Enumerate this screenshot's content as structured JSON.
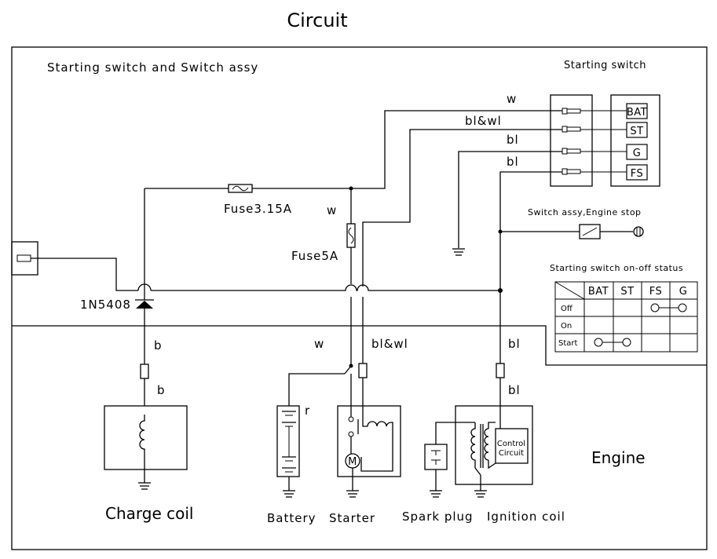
{
  "title": "Circuit",
  "section_labels": {
    "switch_assy": "Starting switch and Switch assy",
    "starting_switch": "Starting switch",
    "engine_stop": "Switch assy,Engine stop",
    "engine": "Engine",
    "status_table_title": "Starting switch on-off status"
  },
  "terminals": [
    "BAT",
    "ST",
    "G",
    "FS"
  ],
  "wire_labels": {
    "bat": "w",
    "st": "bl&wl",
    "g": "bl",
    "fs": "bl",
    "fuse5_w": "w",
    "lower_w": "w",
    "lower_blwl": "bl&wl",
    "right_bl": "bl",
    "ign_bl": "bl",
    "diode_b": "b",
    "coil_b": "b",
    "battery_r": "r"
  },
  "components": {
    "fuse1": "Fuse3.15A",
    "fuse2": "Fuse5A",
    "diode": "1N5408",
    "charge_coil": "Charge coil",
    "battery": "Battery",
    "starter": "Starter",
    "spark_plug": "Spark plug",
    "ignition_coil": "Ignition coil",
    "motor": "M",
    "control_line1": "Control",
    "control_line2": "Circuit"
  },
  "status_table": {
    "columns": [
      "BAT",
      "ST",
      "FS",
      "G"
    ],
    "rows": [
      {
        "label": "Off",
        "connected": [
          "FS",
          "G"
        ]
      },
      {
        "label": "On",
        "connected": []
      },
      {
        "label": "Start",
        "connected": [
          "BAT",
          "ST"
        ]
      }
    ]
  }
}
